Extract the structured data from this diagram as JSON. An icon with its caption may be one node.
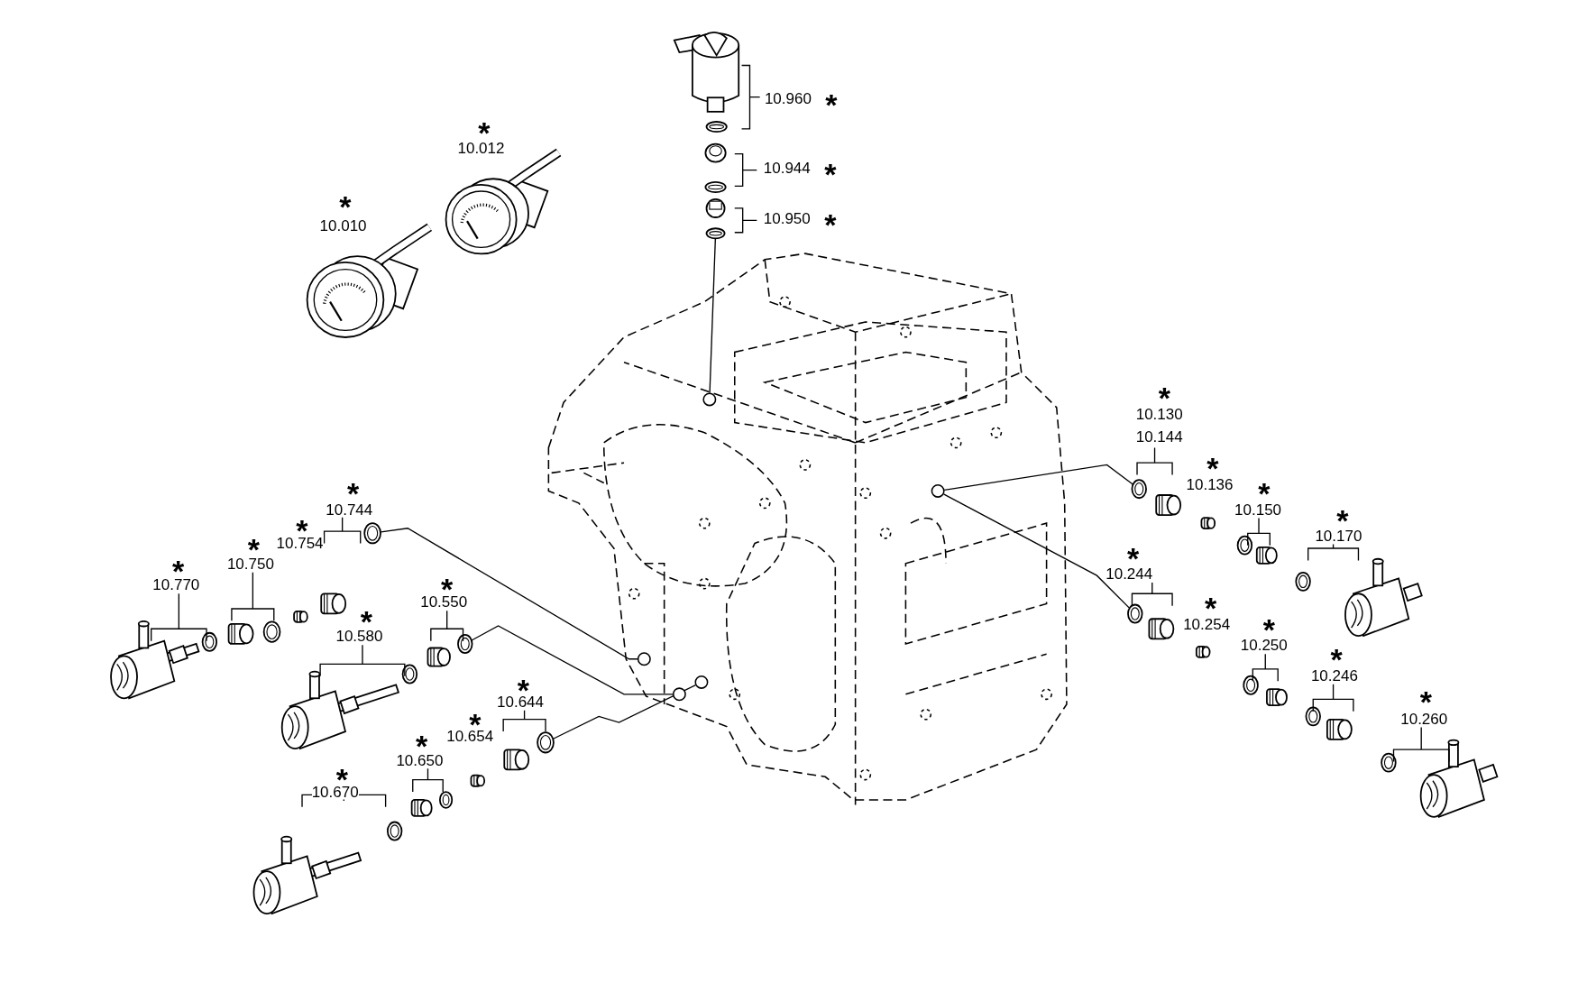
{
  "diagram": {
    "nodes": [
      {
        "text": [],
        "shape": "circle"
      },
      {
        "text": [],
        "shape": "circle"
      },
      {
        "text": [],
        "shape": "circle"
      },
      {
        "text": [],
        "shape": "circle"
      },
      {
        "text": [],
        "shape": "circle"
      },
      {
        "text": [],
        "shape": "circle"
      },
      {
        "text": [],
        "shape": "circle"
      },
      {
        "text": [],
        "shape": "circle"
      },
      {
        "text": [],
        "shape": "circle"
      },
      {
        "text": [],
        "shape": "circle"
      },
      {
        "text": [],
        "shape": "circle"
      }
    ],
    "edges": [
      {
        "from": 0,
        "to": 1,
        "arrow": "none"
      },
      {
        "from": 2,
        "to": 3,
        "arrow": "none"
      },
      {
        "from": 4,
        "to": 5,
        "arrow": "none"
      },
      {
        "from": 6,
        "to": 7,
        "arrow": "none"
      },
      {
        "from": 8,
        "to": 9,
        "arrow": "none"
      },
      {
        "from": 8,
        "to": 10,
        "arrow": "none"
      }
    ],
    "labels": [
      "10.960",
      "*",
      "*",
      "10.012",
      "10.944",
      "*",
      "*",
      "10.010",
      "10.950",
      "*",
      "*",
      "10.130",
      "10.144",
      "*",
      "10.136",
      "*",
      "10.150",
      "*",
      "10.744",
      "*",
      "10.170",
      "*",
      "10.754",
      "*",
      "10.750",
      "*",
      "10.770",
      "*",
      "10.244",
      "*",
      "10.550",
      "*",
      "10.254",
      "*",
      "10.580",
      "*",
      "10.250",
      "*",
      "10.246",
      "*",
      "10.644",
      "*",
      "10.260",
      "*",
      "10.654",
      "*",
      "10.650",
      "*",
      "10.670"
    ]
  }
}
